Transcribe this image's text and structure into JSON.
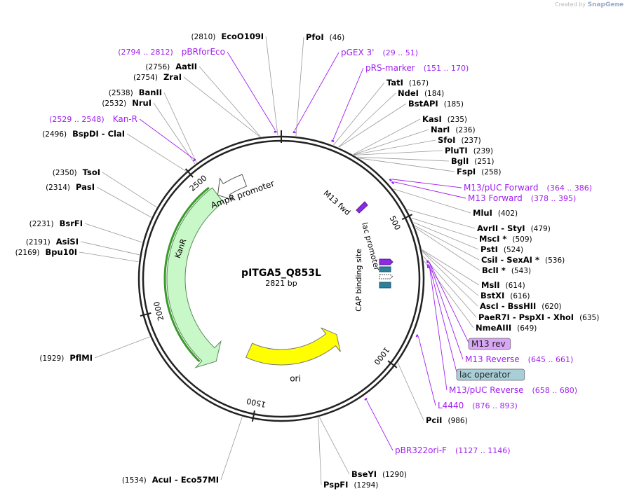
{
  "credit": {
    "prefix": "Created by",
    "brand": "SnapGene"
  },
  "plasmid": {
    "name": "pITGA5_Q853L",
    "length": "2821 bp",
    "total_bp": 2821
  },
  "colors": {
    "backbone": "#222222",
    "site_line": "#999999",
    "primer": "#a020f0",
    "ampr_fill": "#ffffff",
    "kanr_fill": "#c8f7c8",
    "ori_fill": "#ffff00",
    "lac_op": "#a8cfd8",
    "m13rev_box": "#d9a6f5"
  },
  "ticks": [
    {
      "bp": 500,
      "label": "500"
    },
    {
      "bp": 1000,
      "label": "1000"
    },
    {
      "bp": 1500,
      "label": "1500"
    },
    {
      "bp": 2000,
      "label": "2000"
    },
    {
      "bp": 2500,
      "label": "2500"
    }
  ],
  "features": [
    {
      "name": "AmpR promoter",
      "start": 2530,
      "end": 2635,
      "dir": -1,
      "type": "promoter"
    },
    {
      "name": "KanR",
      "start": 1710,
      "end": 2530,
      "dir": -1,
      "type": "cds"
    },
    {
      "name": "ori",
      "start": 1030,
      "end": 1620,
      "dir": -1,
      "type": "origin"
    }
  ],
  "inner_features": [
    {
      "name": "M13 fwd",
      "bp": 375
    },
    {
      "name": "lac promoter",
      "bp": 560
    },
    {
      "name": "CAP binding site",
      "bp": 660
    }
  ],
  "sites": [
    {
      "enzyme": "EcoO109I",
      "pos": "(2810)",
      "bp": 2810
    },
    {
      "enzyme": "PfoI",
      "pos": "(46)",
      "bp": 46
    },
    {
      "enzyme": "TatI",
      "pos": "(167)",
      "bp": 167
    },
    {
      "enzyme": "NdeI",
      "pos": "(184)",
      "bp": 184
    },
    {
      "enzyme": "BstAPI",
      "pos": "(185)",
      "bp": 185
    },
    {
      "enzyme": "KasI",
      "pos": "(235)",
      "bp": 235
    },
    {
      "enzyme": "NarI",
      "pos": "(236)",
      "bp": 236
    },
    {
      "enzyme": "SfoI",
      "pos": "(237)",
      "bp": 237
    },
    {
      "enzyme": "PluTI",
      "pos": "(239)",
      "bp": 239
    },
    {
      "enzyme": "BglI",
      "pos": "(251)",
      "bp": 251
    },
    {
      "enzyme": "FspI",
      "pos": "(258)",
      "bp": 258
    },
    {
      "enzyme": "MluI",
      "pos": "(402)",
      "bp": 402
    },
    {
      "enzyme": "AvrII - StyI",
      "pos": "(479)",
      "bp": 479
    },
    {
      "enzyme": "MscI *",
      "pos": "(509)",
      "bp": 509
    },
    {
      "enzyme": "PstI",
      "pos": "(524)",
      "bp": 524
    },
    {
      "enzyme": "CsiI - SexAI *",
      "pos": "(536)",
      "bp": 536
    },
    {
      "enzyme": "BclI *",
      "pos": "(543)",
      "bp": 543
    },
    {
      "enzyme": "MslI",
      "pos": "(614)",
      "bp": 614
    },
    {
      "enzyme": "BstXI",
      "pos": "(616)",
      "bp": 616
    },
    {
      "enzyme": "AscI - BssHII",
      "pos": "(620)",
      "bp": 620
    },
    {
      "enzyme": "PaeR7I - PspXI - XhoI",
      "pos": "(635)",
      "bp": 635
    },
    {
      "enzyme": "NmeAIII",
      "pos": "(649)",
      "bp": 649
    },
    {
      "enzyme": "PciI",
      "pos": "(986)",
      "bp": 986
    },
    {
      "enzyme": "BseYI",
      "pos": "(1290)",
      "bp": 1290
    },
    {
      "enzyme": "PspFI",
      "pos": "(1294)",
      "bp": 1294
    },
    {
      "enzyme": "AcuI - Eco57MI",
      "pos": "(1534)",
      "bp": 1534
    },
    {
      "enzyme": "PflMI",
      "pos": "(1929)",
      "bp": 1929
    },
    {
      "enzyme": "Bpu10I",
      "pos": "(2169)",
      "bp": 2169
    },
    {
      "enzyme": "AsiSI",
      "pos": "(2191)",
      "bp": 2191
    },
    {
      "enzyme": "BsrFI",
      "pos": "(2231)",
      "bp": 2231
    },
    {
      "enzyme": "PasI",
      "pos": "(2314)",
      "bp": 2314
    },
    {
      "enzyme": "TsoI",
      "pos": "(2350)",
      "bp": 2350
    },
    {
      "enzyme": "BspDI - ClaI",
      "pos": "(2496)",
      "bp": 2496
    },
    {
      "enzyme": "NruI",
      "pos": "(2532)",
      "bp": 2532
    },
    {
      "enzyme": "BanII",
      "pos": "(2538)",
      "bp": 2538
    },
    {
      "enzyme": "ZraI",
      "pos": "(2754)",
      "bp": 2754
    },
    {
      "enzyme": "AatII",
      "pos": "(2756)",
      "bp": 2756
    }
  ],
  "primers": [
    {
      "name": "pBRforEco",
      "range": "(2794 .. 2812)",
      "bp": 2803
    },
    {
      "name": "pGEX 3'",
      "range": "(29 .. 51)",
      "bp": 40
    },
    {
      "name": "pRS-marker",
      "range": "(151 .. 170)",
      "bp": 160
    },
    {
      "name": "M13/pUC Forward",
      "range": "(364 .. 386)",
      "bp": 375
    },
    {
      "name": "M13 Forward",
      "range": "(378 .. 395)",
      "bp": 386
    },
    {
      "name": "M13 rev",
      "range": "",
      "bp": 653
    },
    {
      "name": "M13 Reverse",
      "range": "(645 .. 661)",
      "bp": 653
    },
    {
      "name": "lac operator",
      "range": "",
      "bp": 665
    },
    {
      "name": "M13/pUC Reverse",
      "range": "(658 .. 680)",
      "bp": 669
    },
    {
      "name": "L4440",
      "range": "(876 .. 893)",
      "bp": 884
    },
    {
      "name": "pBR322ori-F",
      "range": "(1127 .. 1146)",
      "bp": 1136
    },
    {
      "name": "Kan-R",
      "range": "(2529 .. 2548)",
      "bp": 2538
    }
  ]
}
